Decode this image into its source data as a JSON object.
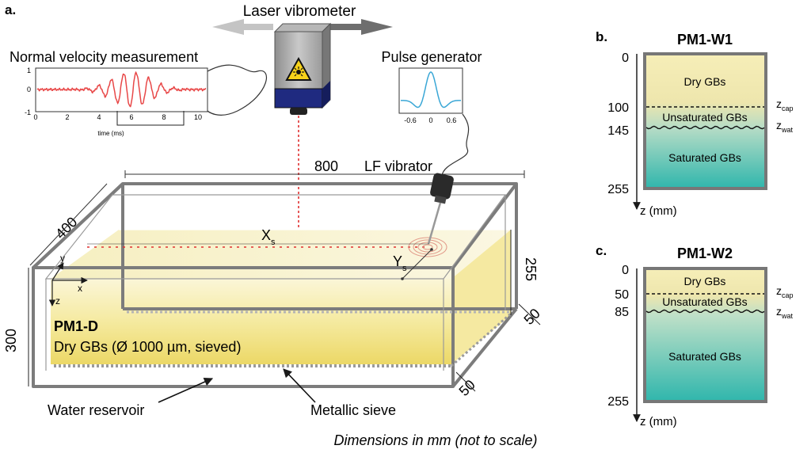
{
  "panel_a": {
    "label": "a.",
    "laser_title": "Laser vibrometer",
    "velocity_title": "Normal velocity measurement",
    "velocity_plot": {
      "y_ticks": [
        "1",
        "0",
        "-1"
      ],
      "x_ticks": [
        "0",
        "2",
        "4",
        "6",
        "8",
        "10"
      ],
      "x_label": "time (ms)"
    },
    "pulse_title": "Pulse generator",
    "pulse_plot": {
      "x_ticks": [
        "-0.6",
        "0",
        "0.6"
      ]
    },
    "lf_vibrator": "LF vibrator",
    "dim_length": "800",
    "dim_width": "400",
    "dim_height_fill": "255",
    "dim_height_box": "300",
    "dim_reservoir_a": "50",
    "dim_reservoir_b": "50",
    "axis_x": "x",
    "axis_y": "y",
    "axis_z": "z",
    "xs_main": "X",
    "xs_sub": "s",
    "ys_main": "Y",
    "ys_sub": "s",
    "sample_name": "PM1-D",
    "sample_desc": "Dry GBs (Ø 1000 µm, sieved)",
    "water_reservoir": "Water reservoir",
    "metallic_sieve": "Metallic sieve",
    "footnote": "Dimensions in mm (not to scale)",
    "colors": {
      "laser_beam": "#e03030",
      "signal": "#e84848",
      "pulse": "#3aa7d6",
      "box": "#777777",
      "fill": "#f2e68a"
    }
  },
  "panel_b": {
    "label": "b.",
    "title": "PM1-W1",
    "ticks": [
      "0",
      "100",
      "145",
      "255"
    ],
    "layers": [
      "Dry GBs",
      "Unsaturated GBs",
      "Saturated GBs"
    ],
    "zcap_main": "z",
    "zcap_sub": "cap",
    "zwat_main": "z",
    "zwat_sub": "wat",
    "axis_label": "z (mm)"
  },
  "panel_c": {
    "label": "c.",
    "title": "PM1-W2",
    "ticks": [
      "0",
      "50",
      "85",
      "255"
    ],
    "layers": [
      "Dry GBs",
      "Unsaturated GBs",
      "Saturated GBs"
    ],
    "zcap_main": "z",
    "zcap_sub": "cap",
    "zwat_main": "z",
    "zwat_sub": "wat",
    "axis_label": "z (mm)"
  }
}
